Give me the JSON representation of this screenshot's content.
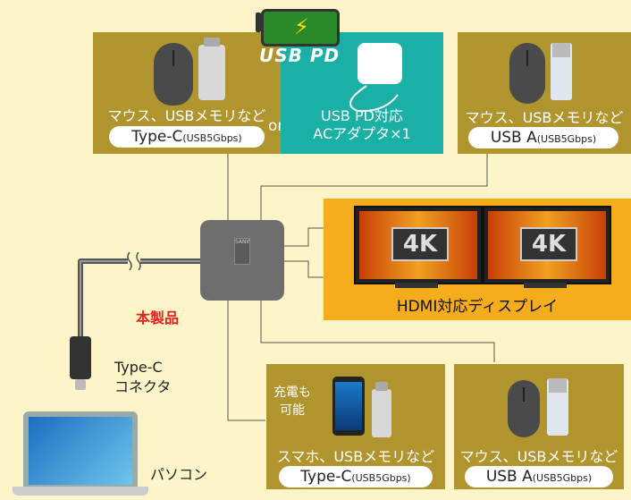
{
  "panels": {
    "top_left": {
      "caption": "マウス、USBメモリなど",
      "pill_main": "Type-C",
      "pill_sub": "(USB5Gbps)",
      "or_label": "or"
    },
    "usb_pd": {
      "logo": "USB PD",
      "caption_line1": "USB PD対応",
      "caption_line2": "ACアダプタ×1"
    },
    "top_right": {
      "caption": "マウス、USBメモリなど",
      "pill_main": "USB A",
      "pill_sub": "(USB5Gbps)"
    },
    "display": {
      "badge1": "4K",
      "badge2": "4K",
      "caption": "HDMI対応ディスプレイ"
    },
    "bottom_mid": {
      "side_note_line1": "充電も",
      "side_note_line2": "可能",
      "caption": "スマホ、USBメモリなど",
      "pill_main": "Type-C",
      "pill_sub": "(USB5Gbps)"
    },
    "bottom_right": {
      "caption": "マウス、USBメモリなど",
      "pill_main": "USB A",
      "pill_sub": "(USB5Gbps)"
    }
  },
  "hub": {
    "product_label": "本製品",
    "brand": "SANWA"
  },
  "connector": {
    "line1": "Type-C",
    "line2": "コネクタ"
  },
  "pc": {
    "label": "パソコン"
  },
  "colors": {
    "panel": "#b0952f",
    "teal": "#1ab0a6",
    "orange": "#f5ad1e",
    "background": "#fdf5c8",
    "product_red": "#e8211f"
  }
}
